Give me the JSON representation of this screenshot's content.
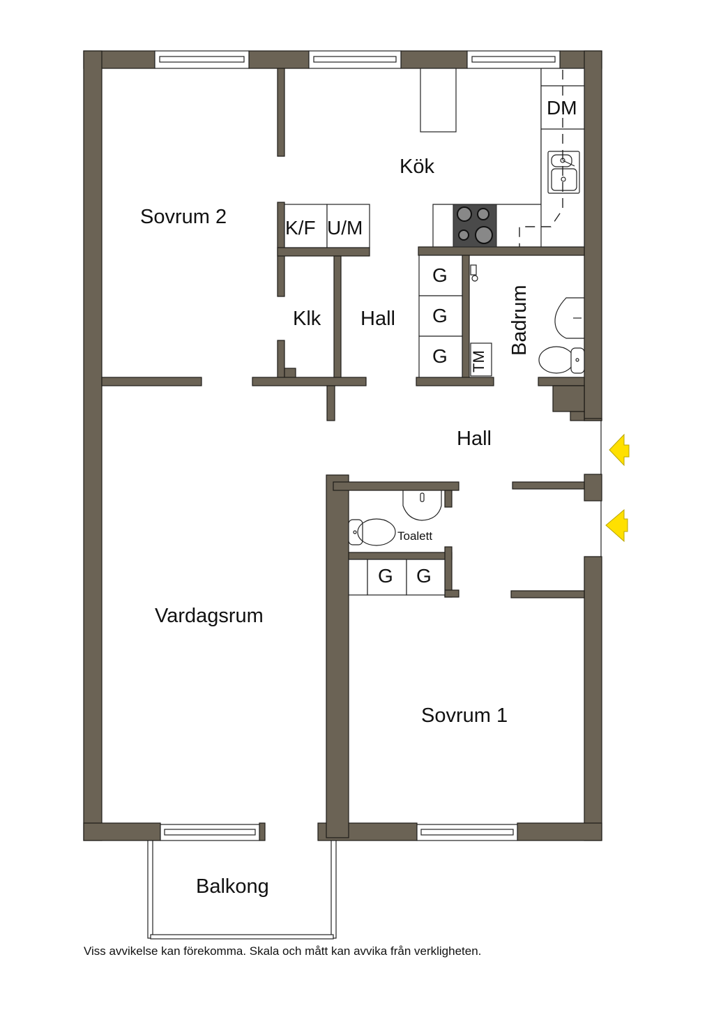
{
  "plan": {
    "wall_color": "#6b6355",
    "arrow_color": "#ffe000",
    "rooms": {
      "kok": "Kök",
      "sovrum2": "Sovrum 2",
      "klk": "Klk",
      "hall_upper": "Hall",
      "badrum": "Badrum",
      "hall_main": "Hall",
      "toalett": "Toalett",
      "vardagsrum": "Vardagsrum",
      "sovrum1": "Sovrum 1",
      "balkong": "Balkong"
    },
    "fixtures": {
      "dm": "DM",
      "kf": "K/F",
      "um": "U/M",
      "g1": "G",
      "g2": "G",
      "g3": "G",
      "tm": "TM",
      "g4": "G",
      "g5": "G"
    },
    "entrances": [
      "entrance-arrow",
      "entrance-arrow"
    ]
  },
  "footer": {
    "disclaimer": "Viss avvikelse kan förekomma. Skala och mått kan avvika från verkligheten."
  }
}
